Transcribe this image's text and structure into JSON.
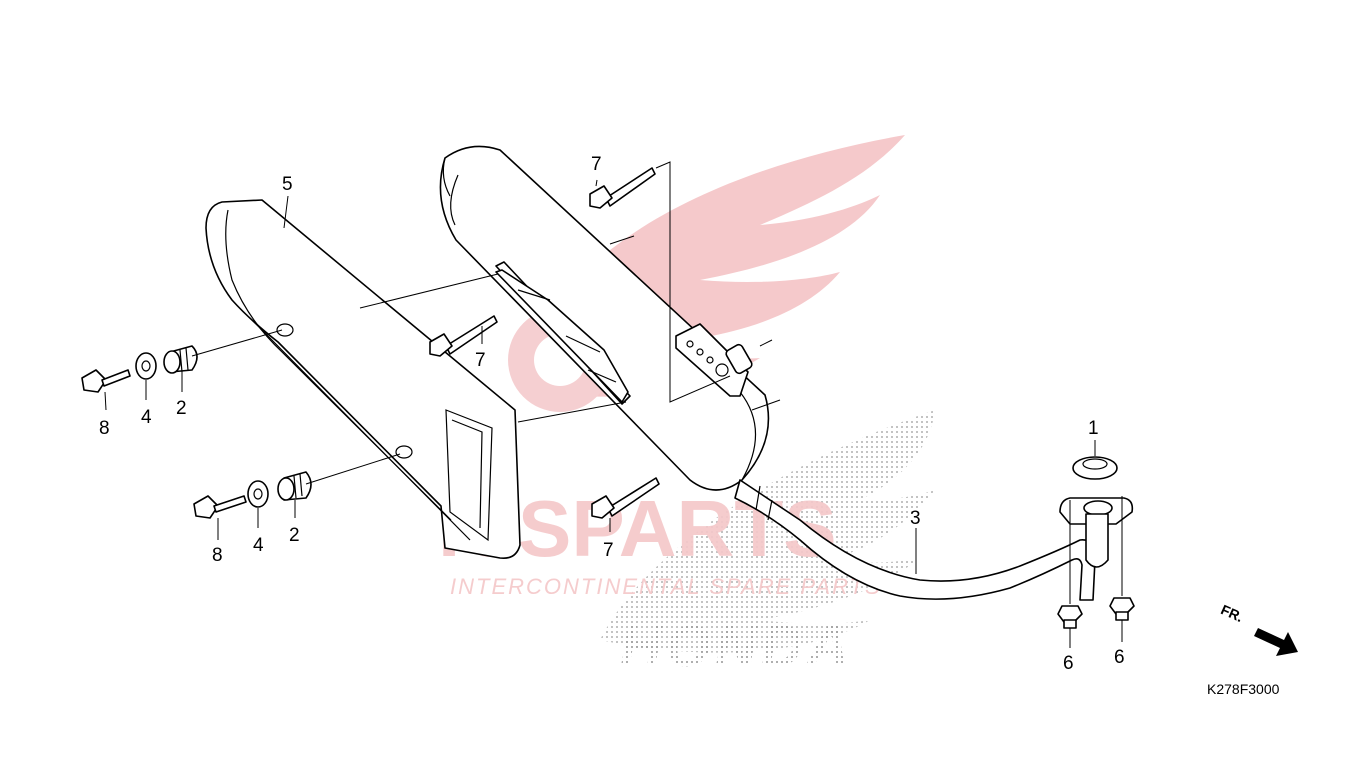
{
  "diagram": {
    "code": "K278F3000",
    "front_marker": "FR.",
    "callouts": {
      "p1": "1",
      "p2a": "2",
      "p2b": "2",
      "p3": "3",
      "p4a": "4",
      "p4b": "4",
      "p5": "5",
      "p6a": "6",
      "p6b": "6",
      "p7a": "7",
      "p7b": "7",
      "p7c": "7",
      "p8a": "8",
      "p8b": "8"
    }
  },
  "watermark": {
    "brand": "ICSPARTS",
    "tagline": "INTERCONTINENTAL SPARE PARTS",
    "maker": "HONDA",
    "colors": {
      "red": "#e8383d",
      "grey": "#9a9a9a"
    }
  }
}
